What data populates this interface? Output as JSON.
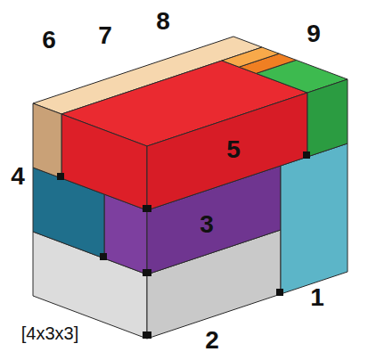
{
  "diagram": {
    "labels": [
      "6",
      "7",
      "8",
      "9",
      "4",
      "5",
      "3",
      "1",
      "[4x3x3]",
      "2"
    ]
  }
}
